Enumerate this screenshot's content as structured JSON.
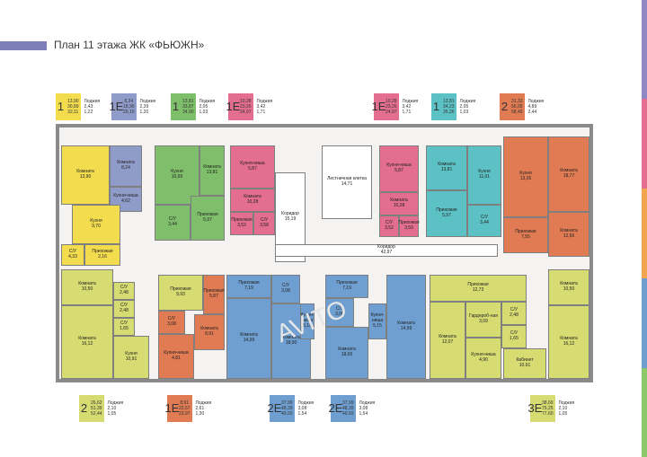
{
  "page": {
    "title": "План 11 этажа ЖК «ФЬЮЖН»"
  },
  "colors": {
    "yellow": "#f3dd4f",
    "purple": "#8f9bc9",
    "green": "#7fbf6b",
    "pink": "#e46e8f",
    "teal": "#5cc1c4",
    "orange": "#e07b53",
    "lime": "#d6dc72",
    "blue": "#6f9fd0",
    "corridor": "#ffffff"
  },
  "legends": [
    {
      "count": "1",
      "nums": [
        "13,90",
        "30,89",
        "32,11"
      ],
      "side": [
        "Лоджия",
        "2,43",
        "1,22"
      ]
    },
    {
      "count": "1Е",
      "nums": [
        "8,24",
        "18,90",
        "20,10"
      ],
      "side": [
        "Лоджия",
        "2,39",
        "1,20"
      ]
    },
    {
      "count": "1",
      "nums": [
        "13,81",
        "33,87",
        "34,90"
      ],
      "side": [
        "Лоджия",
        "2,05",
        "1,03"
      ]
    },
    {
      "count": "1Е",
      "nums": [
        "10,28",
        "23,26",
        "24,97"
      ],
      "side": [
        "Лоджия",
        "3,42",
        "1,71"
      ]
    },
    {
      "count": "1Е",
      "nums": [
        "10,28",
        "23,26",
        "24,97"
      ],
      "side": [
        "Лоджия",
        "3,42",
        "1,71"
      ]
    },
    {
      "count": "1",
      "nums": [
        "13,81",
        "34,23",
        "35,26"
      ],
      "side": [
        "Лоджия",
        "2,05",
        "1,03"
      ]
    },
    {
      "count": "2",
      "nums": [
        "31,33",
        "56,05",
        "58,49"
      ],
      "side": [
        "Лоджия",
        "4,89",
        "2,44"
      ]
    },
    {
      "count": "2",
      "nums": [
        "26,62",
        "51,39",
        "52,44"
      ],
      "side": [
        "Лоджия",
        "2,10",
        "1,05"
      ]
    },
    {
      "count": "1Е",
      "nums": [
        "8,91",
        "22,67",
        "23,97"
      ],
      "side": [
        "Лоджия",
        "2,61",
        "1,30"
      ]
    },
    {
      "count": "2Е",
      "nums": [
        "37,99",
        "48,39",
        "49,93"
      ],
      "side": [
        "Лоджия",
        "3,08",
        "1,54"
      ]
    },
    {
      "count": "2Е",
      "nums": [
        "37,99",
        "48,39",
        "49,93"
      ],
      "side": [
        "Лоджия",
        "3,08",
        "1,54"
      ]
    },
    {
      "count": "3Е",
      "nums": [
        "38,69",
        "75,25",
        "77,60"
      ],
      "side": [
        "Лоджия",
        "2,10",
        "1,05"
      ]
    }
  ],
  "rooms": [
    {
      "name": "Комната",
      "area": "13,90"
    },
    {
      "name": "Комната",
      "area": "8,24"
    },
    {
      "name": "Кухня-ниша",
      "area": "4,62"
    },
    {
      "name": "Кухня",
      "area": "9,70"
    },
    {
      "name": "С/У",
      "area": "4,33"
    },
    {
      "name": "Прихожая",
      "area": "2,16"
    },
    {
      "name": "Кухня",
      "area": "10,65"
    },
    {
      "name": "Комната",
      "area": "13,81"
    },
    {
      "name": "С/У",
      "area": "3,44"
    },
    {
      "name": "Прихожая",
      "area": "5,97"
    },
    {
      "name": "Кухня-ниша",
      "area": "5,87"
    },
    {
      "name": "Комната",
      "area": "10,28"
    },
    {
      "name": "С/У",
      "area": "3,58"
    },
    {
      "name": "Прихожая",
      "area": "3,52"
    },
    {
      "name": "Коридор",
      "area": "15,19"
    },
    {
      "name": "Лестничная клетка",
      "area": "14,71"
    },
    {
      "name": "Коридор",
      "area": "42,97"
    },
    {
      "name": "Кухня-ниша",
      "area": "5,87"
    },
    {
      "name": "Комната",
      "area": "10,28"
    },
    {
      "name": "С/У",
      "area": "3,52"
    },
    {
      "name": "Прихожая",
      "area": "3,59"
    },
    {
      "name": "Комната",
      "area": "13,81"
    },
    {
      "name": "Кухня",
      "area": "11,01"
    },
    {
      "name": "Прихожая",
      "area": "5,97"
    },
    {
      "name": "С/У",
      "area": "3,44"
    },
    {
      "name": "Кухня",
      "area": "13,26"
    },
    {
      "name": "Комната",
      "area": "18,77"
    },
    {
      "name": "Прихожая",
      "area": "7,55"
    },
    {
      "name": "Комната",
      "area": "12,56"
    },
    {
      "name": "С/У",
      "area": "2,48"
    },
    {
      "name": "Комната",
      "area": "10,50"
    },
    {
      "name": "Комната",
      "area": "16,12"
    },
    {
      "name": "С/У",
      "area": "2,48"
    },
    {
      "name": "С/У",
      "area": "1,65"
    },
    {
      "name": "Кухня",
      "area": "10,91"
    },
    {
      "name": "Прихожая",
      "area": "9,93"
    },
    {
      "name": "С/У",
      "area": "3,08"
    },
    {
      "name": "Кухня-ниша",
      "area": "4,81"
    },
    {
      "name": "Прихожая",
      "area": "5,87"
    },
    {
      "name": "Комната",
      "area": "8,91"
    },
    {
      "name": "Прихожая",
      "area": "7,19"
    },
    {
      "name": "С/У",
      "area": "3,08"
    },
    {
      "name": "Комната",
      "area": "18,00"
    },
    {
      "name": "Комната",
      "area": "14,99"
    },
    {
      "name": "Кухня-ниша",
      "area": "5,15"
    },
    {
      "name": "Прихожая",
      "area": "7,19"
    },
    {
      "name": "С/У",
      "area": "3,08"
    },
    {
      "name": "Комната",
      "area": "18,00"
    },
    {
      "name": "Кухня-ниша",
      "area": "5,15"
    },
    {
      "name": "Комната",
      "area": "14,99"
    },
    {
      "name": "Прихожая",
      "area": "12,73"
    },
    {
      "name": "Комната",
      "area": "12,07"
    },
    {
      "name": "Гардероб-ная",
      "area": "3,09"
    },
    {
      "name": "Кухня-ниша",
      "area": "4,90"
    },
    {
      "name": "С/У",
      "area": "2,48"
    },
    {
      "name": "С/У",
      "area": "1,65"
    },
    {
      "name": "Комната",
      "area": "10,50"
    },
    {
      "name": "Кабинет",
      "area": "10,91"
    },
    {
      "name": "Комната",
      "area": "16,12"
    }
  ]
}
